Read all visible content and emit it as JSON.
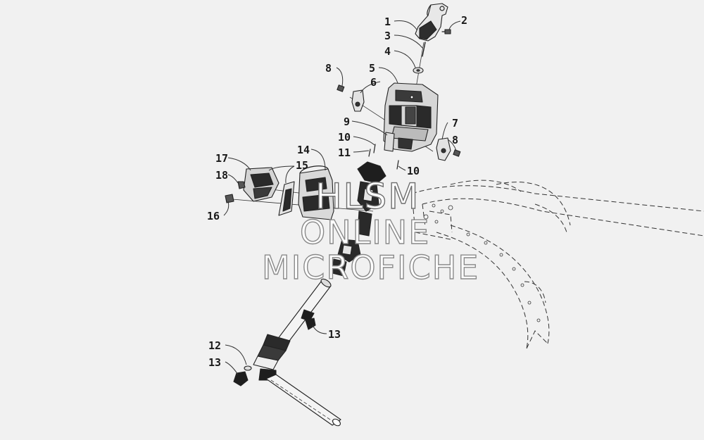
{
  "diagram": {
    "callouts": [
      {
        "id": "c1",
        "text": "1"
      },
      {
        "id": "c2",
        "text": "2"
      },
      {
        "id": "c3",
        "text": "3"
      },
      {
        "id": "c4",
        "text": "4"
      },
      {
        "id": "c5",
        "text": "5"
      },
      {
        "id": "c6",
        "text": "6"
      },
      {
        "id": "c7",
        "text": "7"
      },
      {
        "id": "c8a",
        "text": "8"
      },
      {
        "id": "c8b",
        "text": "8"
      },
      {
        "id": "c9",
        "text": "9"
      },
      {
        "id": "c10a",
        "text": "10"
      },
      {
        "id": "c10b",
        "text": "10"
      },
      {
        "id": "c11",
        "text": "11"
      },
      {
        "id": "c12",
        "text": "12"
      },
      {
        "id": "c13a",
        "text": "13"
      },
      {
        "id": "c13b",
        "text": "13"
      },
      {
        "id": "c14",
        "text": "14"
      },
      {
        "id": "c15",
        "text": "15"
      },
      {
        "id": "c16",
        "text": "16"
      },
      {
        "id": "c17",
        "text": "17"
      },
      {
        "id": "c18",
        "text": "18"
      }
    ]
  },
  "watermark": {
    "line1": "HLSM",
    "line2": "ONLINE",
    "line3": "MICROFICHE"
  },
  "colors": {
    "background": "#f1f1f1",
    "ink": "#222222",
    "watermark_fill": "#ffffff",
    "watermark_stroke": "#8a8a8a"
  }
}
